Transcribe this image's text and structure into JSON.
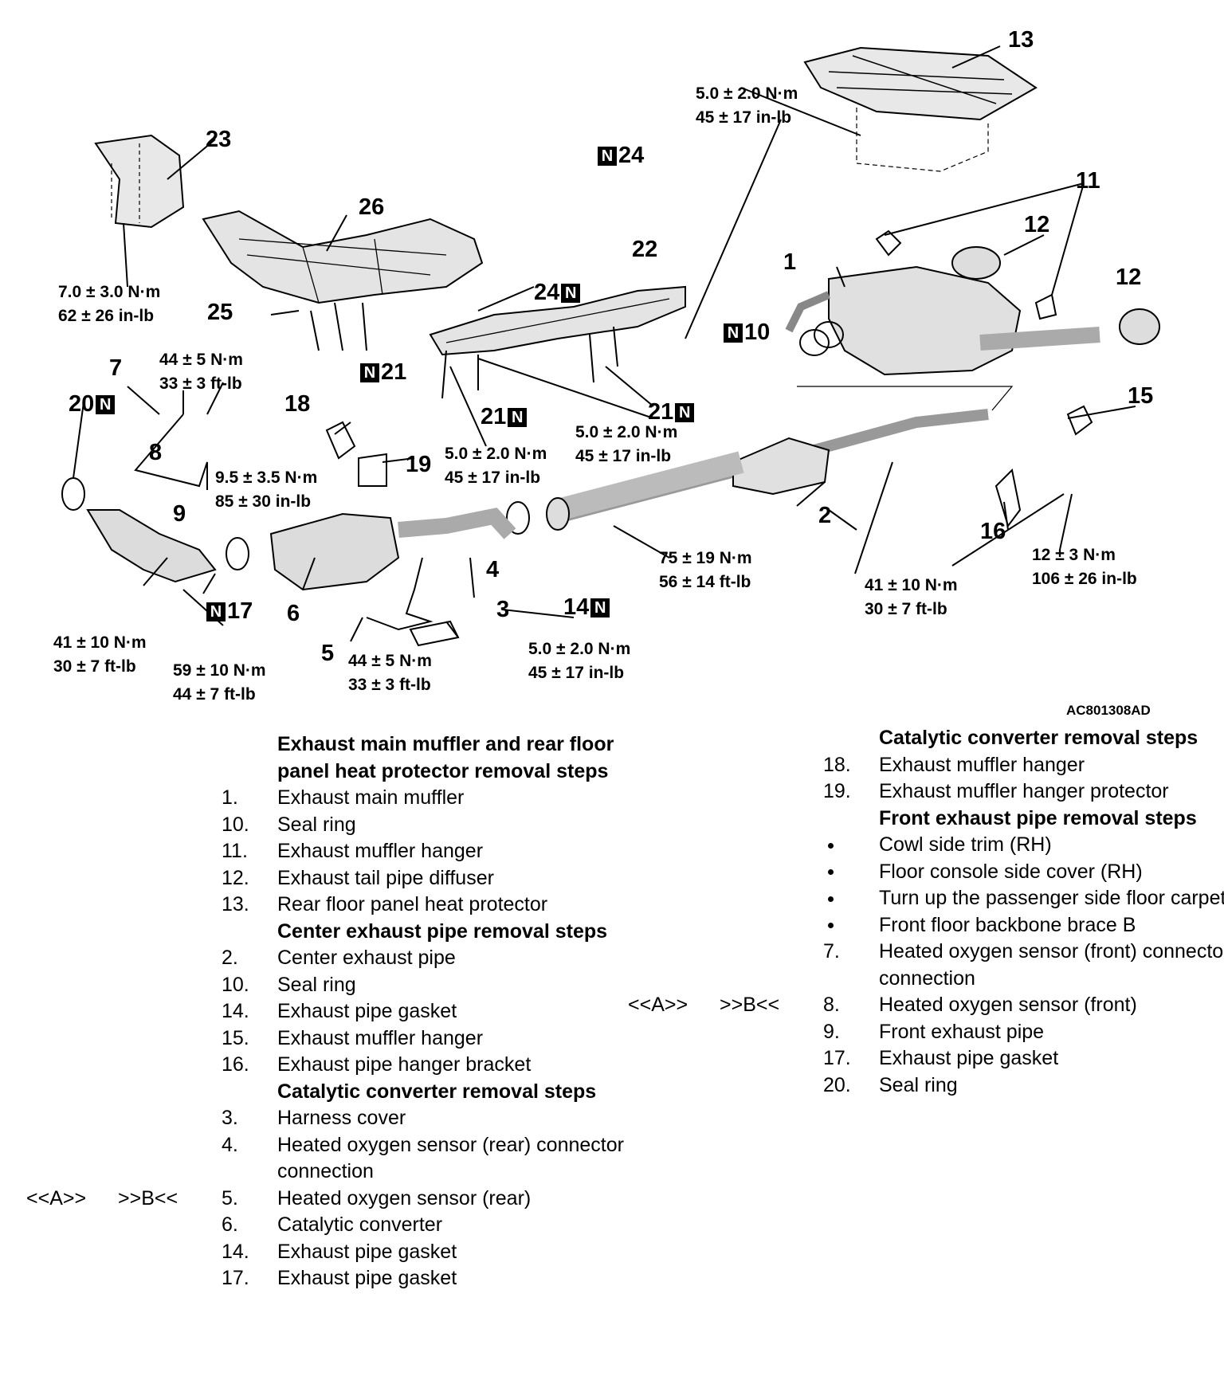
{
  "figure_code": "AC801308AD",
  "n_mark": "N",
  "callouts": {
    "c1": "1",
    "c2": "2",
    "c3": "3",
    "c4": "4",
    "c5": "5",
    "c6": "6",
    "c7": "7",
    "c8": "8",
    "c9": "9",
    "c10": "10",
    "c11": "11",
    "c12a": "12",
    "c12b": "12",
    "c13": "13",
    "c14": "14",
    "c15": "15",
    "c16": "16",
    "c17": "17",
    "c18": "18",
    "c19": "19",
    "c20": "20",
    "c21a": "21",
    "c21b": "21",
    "c21c": "21",
    "c22": "22",
    "c23": "23",
    "c24a": "24",
    "c24b": "24",
    "c25": "25",
    "c26": "26"
  },
  "torques": {
    "t13": [
      "5.0 ± 2.0 N·m",
      "45 ± 17 in-lb"
    ],
    "t23": [
      "7.0 ± 3.0 N·m",
      "62 ± 26 in-lb"
    ],
    "t7": [
      "44 ± 5 N·m",
      "33 ± 3 ft-lb"
    ],
    "t18": [
      "9.5 ± 3.5 N·m",
      "85 ± 30 in-lb"
    ],
    "t21a": [
      "5.0 ± 2.0 N·m",
      "45 ± 17 in-lb"
    ],
    "t21b": [
      "5.0 ± 2.0 N·m",
      "45 ± 17 in-lb"
    ],
    "t2": [
      "75 ± 19 N·m",
      "56 ± 14 ft-lb"
    ],
    "t16a": [
      "41 ± 10 N·m",
      "30 ± 7 ft-lb"
    ],
    "t16b": [
      "12 ± 3 N·m",
      "106 ± 26 in-lb"
    ],
    "t9a": [
      "41 ± 10 N·m",
      "30 ± 7 ft-lb"
    ],
    "t9b": [
      "59 ± 10 N·m",
      "44 ± 7 ft-lb"
    ],
    "t5": [
      "44 ± 5 N·m",
      "33 ± 3 ft-lb"
    ],
    "t3": [
      "5.0 ± 2.0 N·m",
      "45 ± 17 in-lb"
    ]
  },
  "left_steps": [
    {
      "type": "heading",
      "text": "Exhaust main muffler and rear floor panel heat protector removal steps"
    },
    {
      "num": "1.",
      "text": "Exhaust main muffler"
    },
    {
      "num": "10.",
      "text": "Seal ring"
    },
    {
      "num": "11.",
      "text": "Exhaust muffler hanger"
    },
    {
      "num": "12.",
      "text": "Exhaust tail pipe diffuser"
    },
    {
      "num": "13.",
      "text": "Rear floor panel heat protector"
    },
    {
      "type": "heading",
      "text": "Center exhaust pipe removal steps"
    },
    {
      "num": "2.",
      "text": "Center exhaust pipe"
    },
    {
      "num": "10.",
      "text": "Seal ring"
    },
    {
      "num": "14.",
      "text": "Exhaust pipe gasket"
    },
    {
      "num": "15.",
      "text": "Exhaust muffler hanger"
    },
    {
      "num": "16.",
      "text": "Exhaust pipe hanger bracket"
    },
    {
      "type": "heading",
      "text": "Catalytic converter removal steps"
    },
    {
      "num": "3.",
      "text": "Harness cover"
    },
    {
      "num": "4.",
      "text": "Heated oxygen sensor (rear) connector connection"
    },
    {
      "num": "5.",
      "text": "Heated oxygen sensor (rear)",
      "marks": [
        "<<A>>",
        ">>B<<"
      ]
    },
    {
      "num": "6.",
      "text": "Catalytic converter"
    },
    {
      "num": "14.",
      "text": "Exhaust pipe gasket"
    },
    {
      "num": "17.",
      "text": "Exhaust pipe gasket"
    }
  ],
  "right_steps": [
    {
      "type": "heading",
      "text": "Catalytic converter removal steps"
    },
    {
      "num": "18.",
      "text": "Exhaust muffler hanger"
    },
    {
      "num": "19.",
      "text": "Exhaust muffler hanger protector"
    },
    {
      "type": "heading",
      "text": "Front exhaust pipe removal steps"
    },
    {
      "bullet": true,
      "text": "Cowl side trim (RH)"
    },
    {
      "bullet": true,
      "text": "Floor console side cover (RH)"
    },
    {
      "bullet": true,
      "text": "Turn up the passenger side floor carpet."
    },
    {
      "bullet": true,
      "text": "Front floor backbone brace B"
    },
    {
      "num": "7.",
      "text": "Heated oxygen sensor (front) connector connection"
    },
    {
      "num": "8.",
      "text": "Heated oxygen sensor (front)",
      "marks": [
        "<<A>>",
        ">>B<<"
      ]
    },
    {
      "num": "9.",
      "text": "Front exhaust pipe"
    },
    {
      "num": "17.",
      "text": "Exhaust pipe gasket"
    },
    {
      "num": "20.",
      "text": "Seal ring"
    }
  ]
}
